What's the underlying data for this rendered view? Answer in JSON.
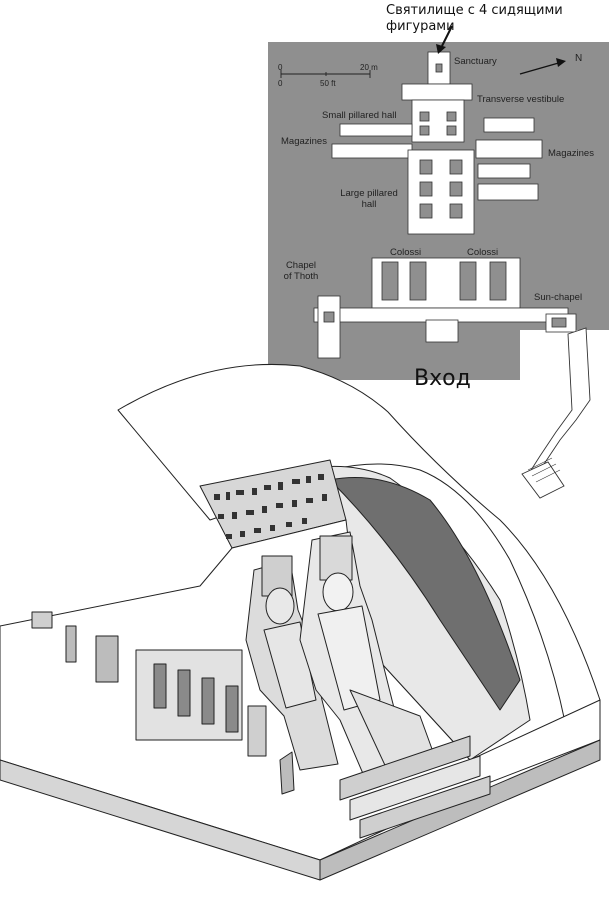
{
  "annotation_top": {
    "line1": "Святилище с 4 сидящими",
    "line2": "фигурами"
  },
  "entrance_label": "Вход",
  "plan": {
    "sanctuary": "Sanctuary",
    "transverse_vestibule": "Transverse vestibule",
    "small_pillared_hall": "Small pillared hall",
    "magazines_left": "Magazines",
    "magazines_right": "Magazines",
    "large_pillared_hall_line1": "Large pillared",
    "large_pillared_hall_line2": "hall",
    "colossi_left": "Colossi",
    "colossi_right": "Colossi",
    "chapel_of_thoth_line1": "Chapel",
    "chapel_of_thoth_line2": "of Thoth",
    "sun_chapel": "Sun-chapel",
    "north": "N",
    "scale": {
      "m_zero": "0",
      "m_end": "20 m",
      "ft_zero": "0",
      "ft_end": "50 ft"
    }
  },
  "colors": {
    "plan_fill": "#8f8f8f",
    "rooms": "#ffffff",
    "ink": "#1a1a1a"
  }
}
